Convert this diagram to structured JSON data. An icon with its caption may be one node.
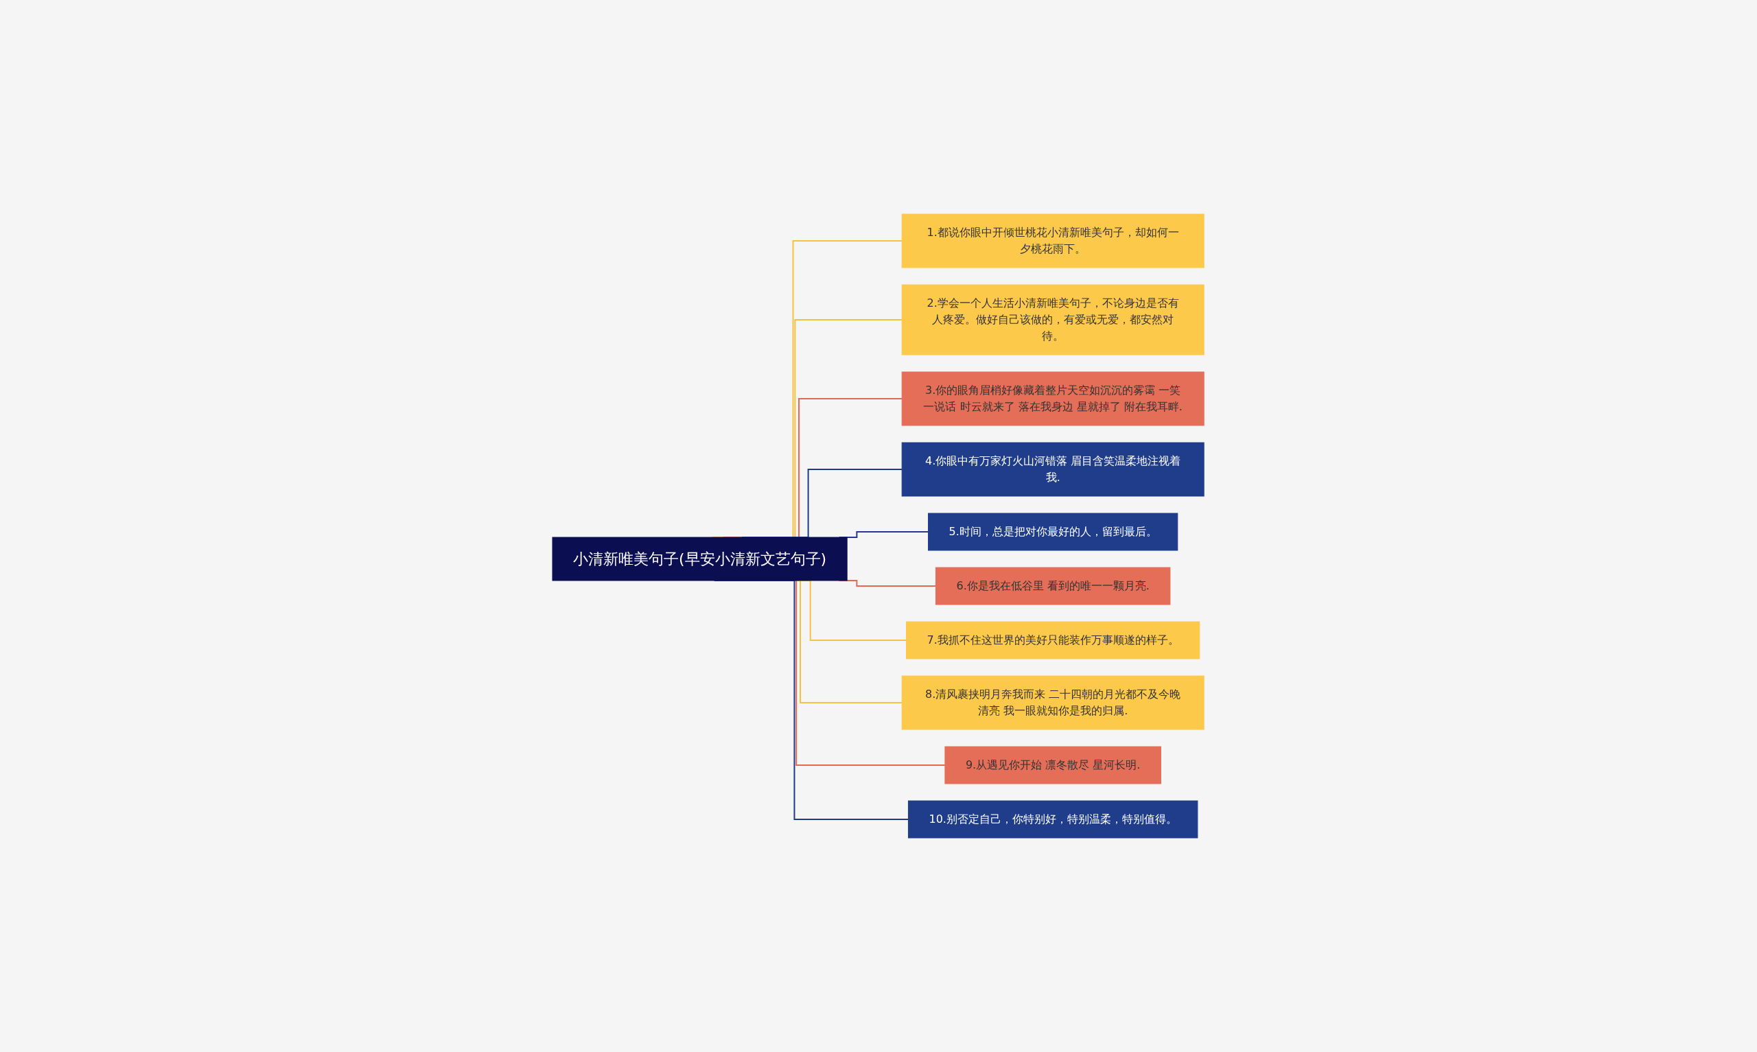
{
  "diagram": {
    "nodes": [
      {
        "text": [
          "小清新唯美句子(早安小清新文艺句子)"
        ]
      },
      {
        "text": [
          "1.都说你眼中开倾世桃花小清新唯美句子，却如何一夕桃花雨下。"
        ]
      },
      {
        "text": [
          "2.学会一个人生活小清新唯美句子，不论身边是否有人疼爱。做好自己该做的，有爱或无爱，都安然对待。"
        ]
      },
      {
        "text": [
          "3.你的眼角眉梢好像藏着整片天空如沉沉的雾霭 一笑一说话 时云就来了 落在我身边 星就掉了 附在我耳畔."
        ]
      },
      {
        "text": [
          "4.你眼中有万家灯火山河错落 眉目含笑温柔地注视着我."
        ]
      },
      {
        "text": [
          "5.时间，总是把对你最好的人，留到最后。"
        ]
      },
      {
        "text": [
          "6.你是我在低谷里 看到的唯一一颗月亮."
        ]
      },
      {
        "text": [
          "7.我抓不住这世界的美好只能装作万事顺遂的样子。"
        ]
      },
      {
        "text": [
          "8.清风裹挟明月奔我而来 二十四朝的月光都不及今晚清亮 我一眼就知你是我的归属."
        ]
      },
      {
        "text": [
          "9.从遇见你开始 凛冬散尽 星河长明."
        ]
      },
      {
        "text": [
          "10.别否定自己，你特别好，特别温柔，特别值得。"
        ]
      }
    ],
    "edges": [
      {
        "from": 0,
        "to": 1,
        "arrow": "none",
        "color": "#f5c342"
      },
      {
        "from": 0,
        "to": 2,
        "arrow": "none",
        "color": "#f5c342"
      },
      {
        "from": 0,
        "to": 3,
        "arrow": "none",
        "color": "#e06b55"
      },
      {
        "from": 0,
        "to": 4,
        "arrow": "none",
        "color": "#1f3a8a"
      },
      {
        "from": 0,
        "to": 5,
        "arrow": "none",
        "color": "#1f3a8a"
      },
      {
        "from": 0,
        "to": 6,
        "arrow": "none",
        "color": "#e06b55"
      },
      {
        "from": 0,
        "to": 7,
        "arrow": "none",
        "color": "#f5c342"
      },
      {
        "from": 0,
        "to": 8,
        "arrow": "none",
        "color": "#f5c342"
      },
      {
        "from": 0,
        "to": 9,
        "arrow": "none",
        "color": "#e06b55"
      },
      {
        "from": 0,
        "to": 10,
        "arrow": "none",
        "color": "#1f3a8a"
      }
    ]
  }
}
